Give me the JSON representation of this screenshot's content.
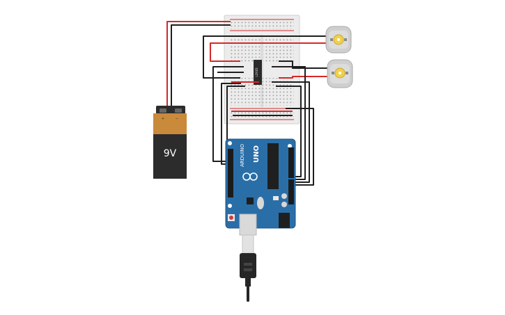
{
  "battery": {
    "label": "9V",
    "terminal_pos": "+",
    "terminal_neg": "−"
  },
  "arduino": {
    "model": "UNO",
    "brand": "ARDUINO"
  },
  "driver_chip": {
    "label": "L293D"
  },
  "colors": {
    "wire_black": "#1e1e1e",
    "wire_red": "#d62828",
    "arduino_blue": "#2a6ea8",
    "battery_copper": "#c98a3c",
    "battery_body": "#2c2c2c",
    "breadboard": "#ececec",
    "motor_shaft": "#f2d04a"
  },
  "icons": [
    "usb-cable-icon",
    "reset-button-icon",
    "dc-motor-icon",
    "battery-icon"
  ]
}
